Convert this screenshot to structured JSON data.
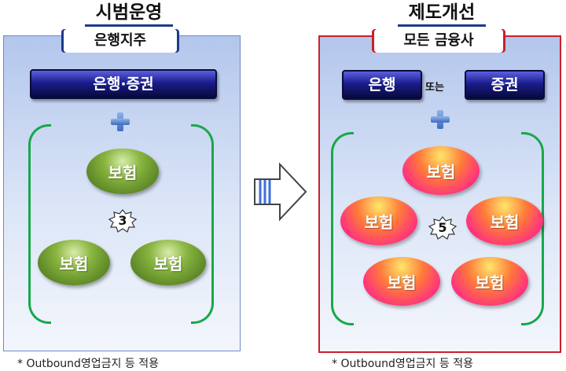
{
  "left": {
    "title": "시범운영",
    "subtitle": "은행지주",
    "top_box": "은행·증권",
    "ovals": [
      "보험",
      "보험",
      "보험"
    ],
    "count": "3",
    "footnote": "* Outbound영업금지 등 적용"
  },
  "right": {
    "title": "제도개선",
    "subtitle": "모든 금융사",
    "box_bank": "은행",
    "connector": "또는",
    "box_securities": "증권",
    "ovals": [
      "보험",
      "보험",
      "보험",
      "보험",
      "보험"
    ],
    "count": "5",
    "footnote": "* Outbound영업금지 등 적용"
  },
  "colors": {
    "left_border": "#6f89c7",
    "right_border": "#c9202a",
    "bracket": "#18a84a",
    "navy": "#1a1d8c",
    "green": "#89b540",
    "pink": "#ff2a86"
  }
}
